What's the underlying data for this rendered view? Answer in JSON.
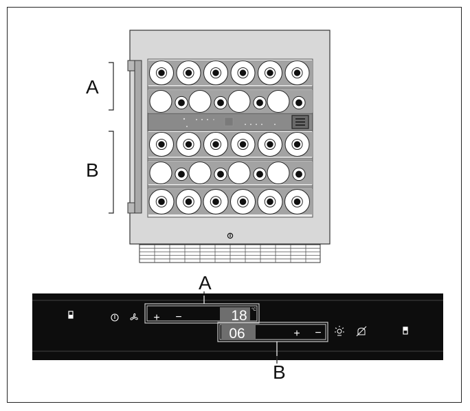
{
  "labels": {
    "upper_zone": "A",
    "lower_zone": "B",
    "callout_zone_a": "A",
    "callout_zone_b": "B"
  },
  "display": {
    "zone_a_temperature": "18",
    "zone_a_unit": "°C",
    "zone_b_temperature": "06",
    "plus": "+",
    "minus": "−"
  },
  "colors": {
    "panel": "#0d0d0d",
    "display": "#6e6e6e",
    "cabinet": "#d8d8d8",
    "shelf": "#9a9a9a"
  },
  "icons": [
    "door-icon",
    "power-icon",
    "fan-icon",
    "light-icon",
    "alarm-off-icon",
    "door-icon"
  ]
}
